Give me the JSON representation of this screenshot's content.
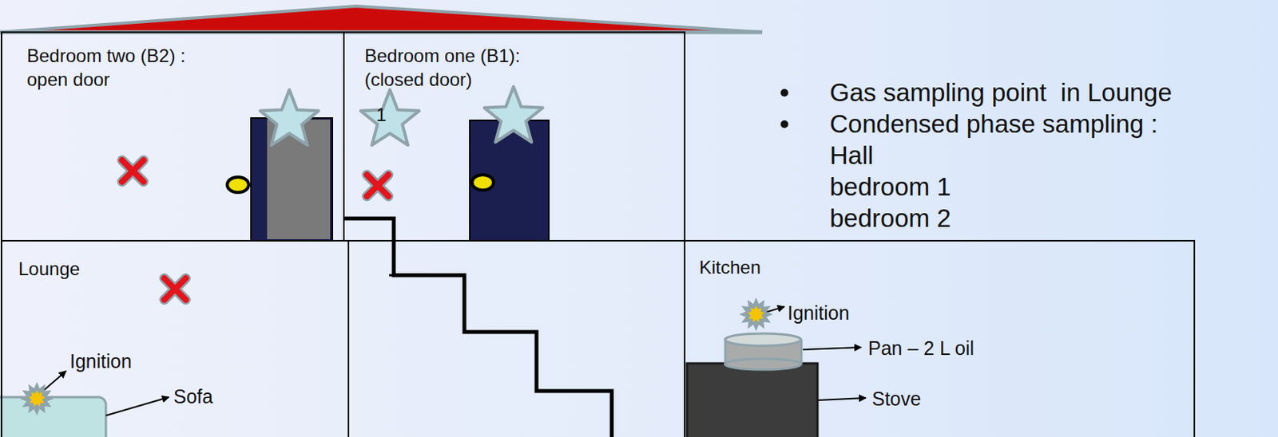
{
  "diagram": {
    "nodes": [
      {
        "text": [
          "Bedroom two (B2) : open door"
        ]
      },
      {
        "text": [
          "Bedroom one (B1): (closed door)"
        ]
      },
      {
        "text": [
          "Lounge"
        ]
      },
      {
        "text": [
          "Kitchen"
        ]
      }
    ],
    "labels": [
      "1",
      "Ignition",
      "Sofa",
      "Ignition",
      "Pan – 2 L oil",
      "Stove",
      "Gas sampling point  in Lounge",
      "Condensed phase sampling :",
      "Hall",
      "bedroom 1",
      "bedroom 2"
    ]
  }
}
